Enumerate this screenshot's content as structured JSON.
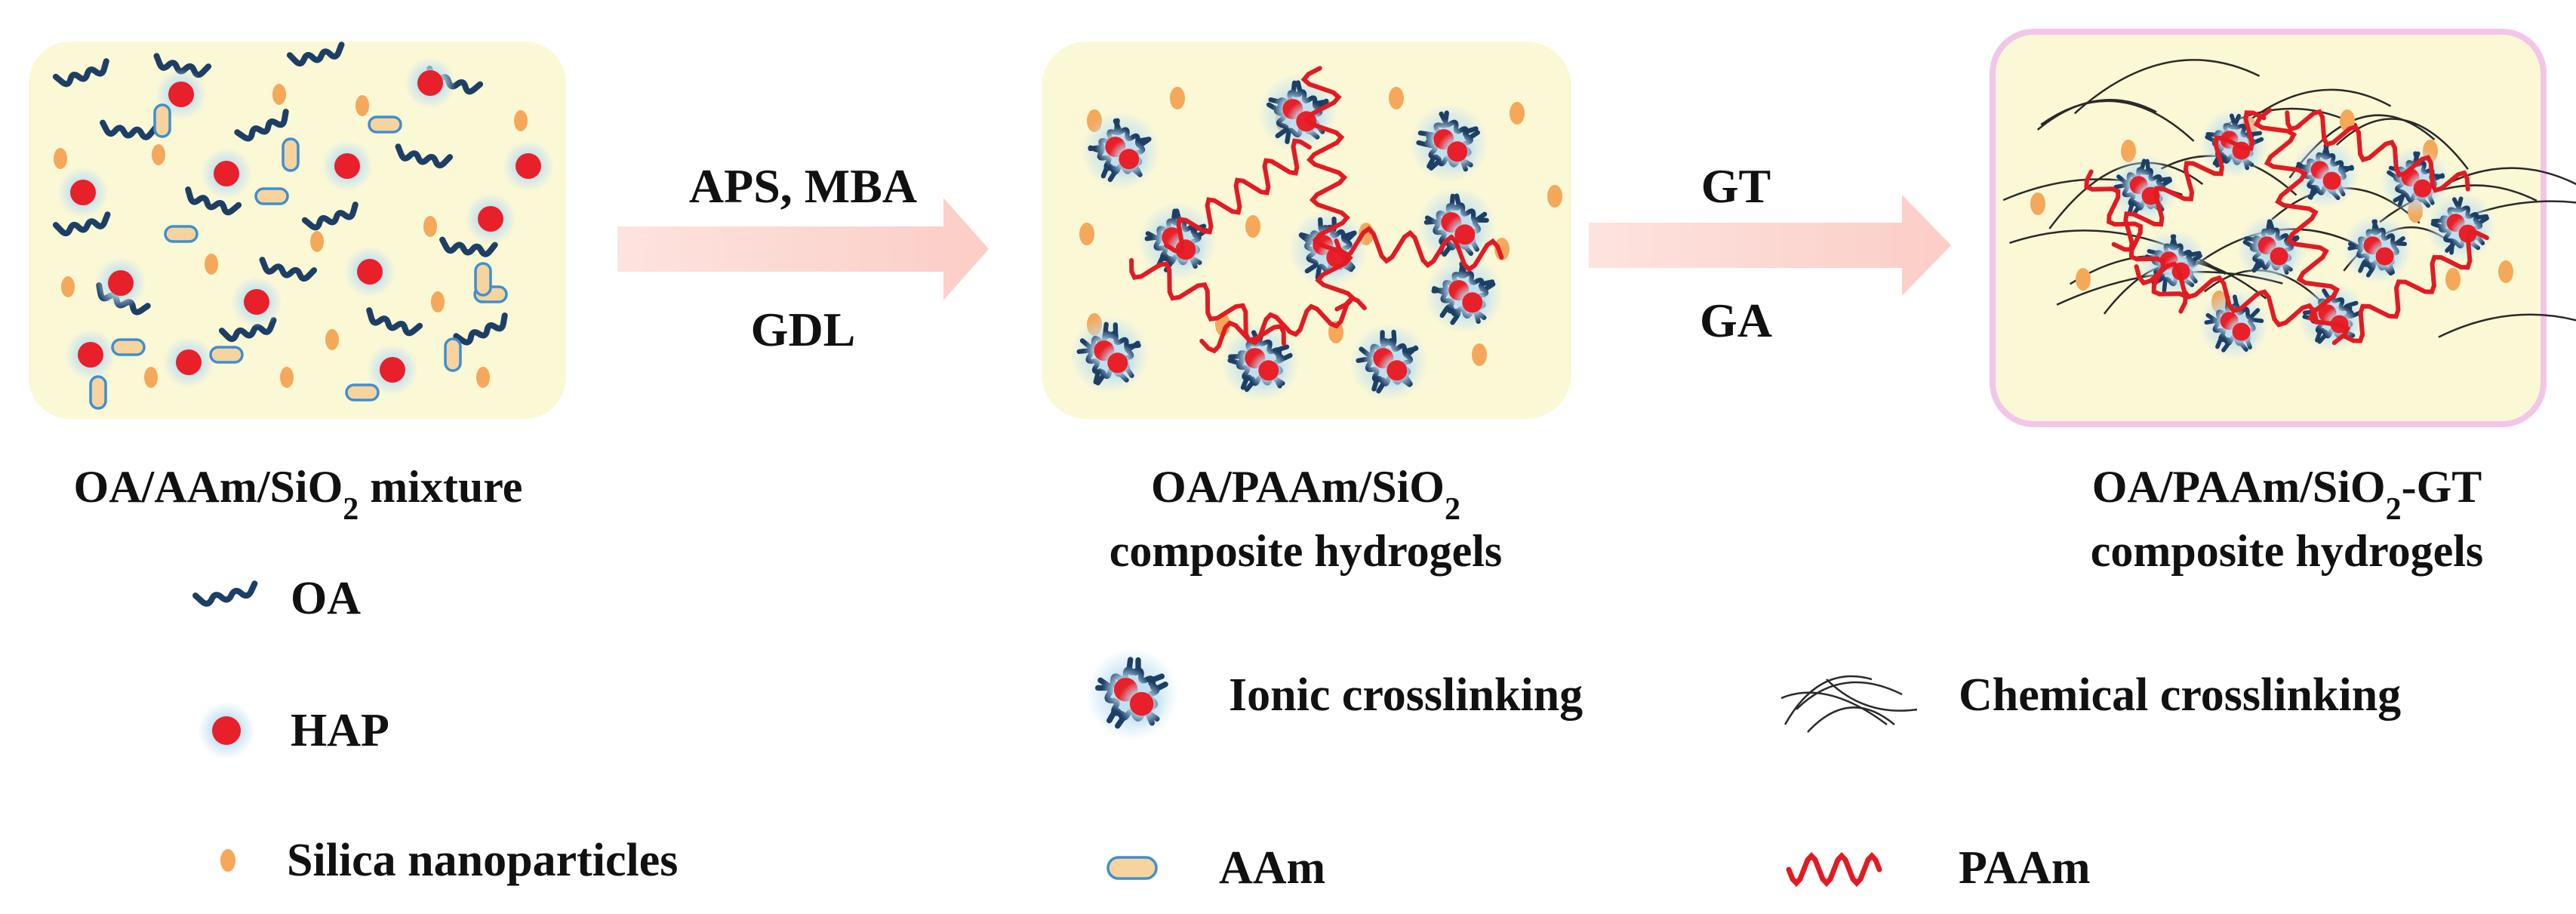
{
  "panels": [
    {
      "id": "mixture",
      "caption_lines": [
        {
          "parts": [
            {
              "t": "OA/AAm/SiO"
            },
            {
              "t": "2",
              "sub": true
            },
            {
              "t": " mixture"
            }
          ]
        }
      ]
    },
    {
      "id": "hydrogel",
      "caption_lines": [
        {
          "parts": [
            {
              "t": "OA/PAAm/SiO"
            },
            {
              "t": "2",
              "sub": true
            }
          ]
        },
        {
          "parts": [
            {
              "t": "composite hydrogels"
            }
          ]
        }
      ]
    },
    {
      "id": "gt-hydrogel",
      "caption_lines": [
        {
          "parts": [
            {
              "t": "OA/PAAm/SiO"
            },
            {
              "t": "2",
              "sub": true
            },
            {
              "t": "-GT"
            }
          ]
        },
        {
          "parts": [
            {
              "t": "composite hydrogels"
            }
          ]
        }
      ]
    }
  ],
  "arrows": [
    {
      "id": "step1",
      "top": "APS, MBA",
      "bottom": "GDL"
    },
    {
      "id": "step2",
      "top": "GT",
      "bottom": "GA"
    }
  ],
  "legend": [
    {
      "id": "oa",
      "label": "OA",
      "icon": "oa-chain-icon"
    },
    {
      "id": "hap",
      "label": "HAP",
      "icon": "hap-particle-icon"
    },
    {
      "id": "silica",
      "label": "Silica nanoparticles",
      "icon": "silica-particle-icon"
    },
    {
      "id": "ionic",
      "label": "Ionic crosslinking",
      "icon": "ionic-crosslink-icon"
    },
    {
      "id": "aam",
      "label": "AAm",
      "icon": "aam-monomer-icon"
    },
    {
      "id": "chemical",
      "label": "Chemical crosslinking",
      "icon": "chemical-crosslink-icon"
    },
    {
      "id": "paam",
      "label": "PAAm",
      "icon": "paam-chain-icon"
    }
  ],
  "colors": {
    "panel_bg": "#fbf8d6",
    "oa_chain": "#1d3f66",
    "hap": "#e8202a",
    "hap_glow": "#9ccbe8",
    "silica": "#f5a85a",
    "aam_fill": "#f7d39e",
    "aam_stroke": "#3e8fd0",
    "paam": "#e21b23",
    "gt_network": "#2a2a2a",
    "arrow": "#fcd9d4",
    "panel3_border": "#f2c6e8"
  }
}
